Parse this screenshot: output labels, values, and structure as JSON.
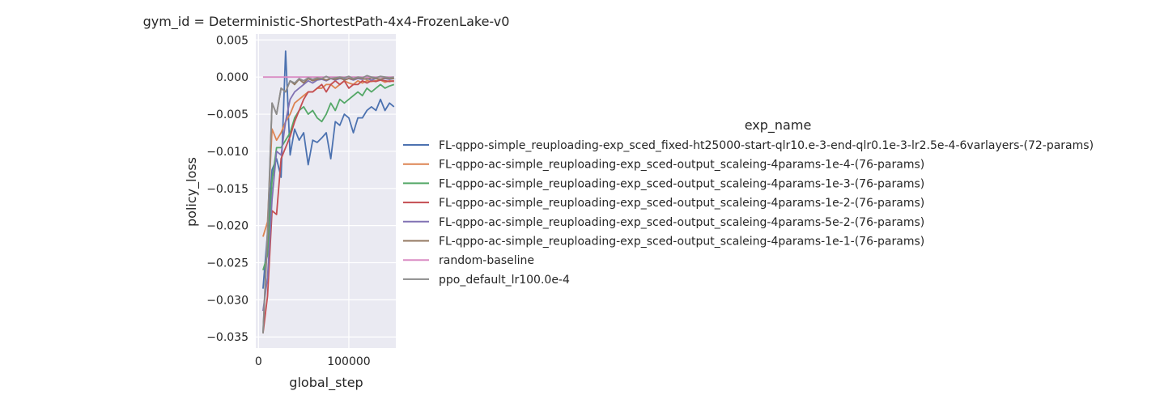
{
  "chart_data": {
    "type": "line",
    "title": "gym_id = Deterministic-ShortestPath-4x4-FrozenLake-v0",
    "xlabel": "global_step",
    "ylabel": "policy_loss",
    "xlim": [
      -3000,
      152000
    ],
    "ylim": [
      -0.0365,
      0.0058
    ],
    "xticks": [
      0,
      100000
    ],
    "xtick_labels": [
      "0",
      "100000"
    ],
    "yticks": [
      -0.035,
      -0.03,
      -0.025,
      -0.02,
      -0.015,
      -0.01,
      -0.005,
      0.0,
      0.005
    ],
    "ytick_labels": [
      "−0.035",
      "−0.030",
      "−0.025",
      "−0.020",
      "−0.015",
      "−0.010",
      "−0.005",
      "0.000",
      "0.005"
    ],
    "grid": true,
    "legend_title": "exp_name",
    "legend_position": "right",
    "series": [
      {
        "name": "FL-qppo-simple_reuploading-exp_sced_fixed-ht25000-start-qlr10.e-3-end-qlr0.1e-3-lr2.5e-4-6varlayers-(72-params)",
        "color": "#4c72b0",
        "x": [
          5000,
          10000,
          15000,
          20000,
          25000,
          30000,
          35000,
          40000,
          45000,
          50000,
          55000,
          60000,
          65000,
          70000,
          75000,
          80000,
          85000,
          90000,
          95000,
          100000,
          105000,
          110000,
          115000,
          120000,
          125000,
          130000,
          135000,
          140000,
          145000,
          150000
        ],
        "y": [
          -0.0285,
          -0.021,
          -0.0125,
          -0.011,
          -0.0135,
          0.0035,
          -0.0105,
          -0.007,
          -0.0085,
          -0.0075,
          -0.0118,
          -0.0085,
          -0.0088,
          -0.0082,
          -0.0075,
          -0.011,
          -0.006,
          -0.0065,
          -0.005,
          -0.0055,
          -0.0075,
          -0.0055,
          -0.0055,
          -0.0045,
          -0.004,
          -0.0045,
          -0.003,
          -0.0045,
          -0.0035,
          -0.004
        ]
      },
      {
        "name": "FL-qppo-ac-simple_reuploading-exp_sced-output_scaleing-4params-1e-4-(76-params)",
        "color": "#dd8452",
        "x": [
          5000,
          10000,
          15000,
          20000,
          25000,
          30000,
          35000,
          40000,
          45000,
          50000,
          55000,
          60000,
          65000,
          70000,
          75000,
          80000,
          85000,
          90000,
          95000,
          100000,
          105000,
          110000,
          115000,
          120000,
          125000,
          130000,
          135000,
          140000,
          145000,
          150000
        ],
        "y": [
          -0.0215,
          -0.0195,
          -0.007,
          -0.0085,
          -0.0075,
          -0.006,
          -0.005,
          -0.0035,
          -0.003,
          -0.0025,
          -0.002,
          -0.002,
          -0.0015,
          -0.0015,
          -0.001,
          -0.001,
          -0.0015,
          -0.001,
          -0.0005,
          -0.0008,
          -0.001,
          -0.0005,
          -0.0008,
          -0.0005,
          -0.0006,
          -0.0005,
          -0.0004,
          -0.0007,
          -0.0005,
          -0.0006
        ]
      },
      {
        "name": "FL-qppo-ac-simple_reuploading-exp_sced-output_scaleing-4params-1e-3-(76-params)",
        "color": "#55a868",
        "x": [
          5000,
          10000,
          15000,
          20000,
          25000,
          30000,
          35000,
          40000,
          45000,
          50000,
          55000,
          60000,
          65000,
          70000,
          75000,
          80000,
          85000,
          90000,
          95000,
          100000,
          105000,
          110000,
          115000,
          120000,
          125000,
          130000,
          135000,
          140000,
          145000,
          150000
        ],
        "y": [
          -0.026,
          -0.024,
          -0.014,
          -0.0095,
          -0.0095,
          -0.0085,
          -0.0075,
          -0.0055,
          -0.0045,
          -0.004,
          -0.005,
          -0.0045,
          -0.0055,
          -0.006,
          -0.005,
          -0.0035,
          -0.0045,
          -0.003,
          -0.0035,
          -0.003,
          -0.0025,
          -0.002,
          -0.0025,
          -0.0015,
          -0.002,
          -0.0015,
          -0.001,
          -0.0015,
          -0.0012,
          -0.001
        ]
      },
      {
        "name": "FL-qppo-ac-simple_reuploading-exp_sced-output_scaleing-4params-1e-2-(76-params)",
        "color": "#c44e52",
        "x": [
          5000,
          10000,
          15000,
          20000,
          25000,
          30000,
          35000,
          40000,
          45000,
          50000,
          55000,
          60000,
          65000,
          70000,
          75000,
          80000,
          85000,
          90000,
          95000,
          100000,
          105000,
          110000,
          115000,
          120000,
          125000,
          130000,
          135000,
          140000,
          145000,
          150000
        ],
        "y": [
          -0.0345,
          -0.0295,
          -0.018,
          -0.0185,
          -0.011,
          -0.0095,
          -0.008,
          -0.006,
          -0.0045,
          -0.003,
          -0.002,
          -0.002,
          -0.0015,
          -0.001,
          -0.002,
          -0.001,
          -0.0005,
          -0.001,
          -0.0005,
          -0.0015,
          -0.001,
          -0.001,
          -0.0005,
          -0.0008,
          -0.0005,
          -0.0006,
          -0.0004,
          -0.0005,
          -0.0006,
          -0.0005
        ]
      },
      {
        "name": "FL-qppo-ac-simple_reuploading-exp_sced-output_scaleing-4params-5e-2-(76-params)",
        "color": "#8172b3",
        "x": [
          5000,
          10000,
          15000,
          20000,
          25000,
          30000,
          35000,
          40000,
          45000,
          50000,
          55000,
          60000,
          65000,
          70000,
          75000,
          80000,
          85000,
          90000,
          95000,
          100000,
          105000,
          110000,
          115000,
          120000,
          125000,
          130000,
          135000,
          140000,
          145000,
          150000
        ],
        "y": [
          -0.0315,
          -0.027,
          -0.0165,
          -0.01,
          -0.0105,
          -0.006,
          -0.003,
          -0.002,
          -0.0015,
          -0.001,
          -0.0005,
          -0.0008,
          -0.0004,
          -0.0003,
          -0.0005,
          -0.0002,
          -0.0004,
          -0.0002,
          -0.0003,
          -0.0002,
          -0.0004,
          -0.0002,
          -0.0003,
          -0.0002,
          -0.0004,
          -0.0002,
          -0.0003,
          -0.0002,
          -0.0003,
          -0.0002
        ]
      },
      {
        "name": "FL-qppo-ac-simple_reuploading-exp_sced-output_scaleing-4params-1e-1-(76-params)",
        "color": "#937860",
        "x": [
          5000,
          10000,
          15000,
          20000,
          25000,
          30000,
          35000,
          40000,
          45000,
          50000,
          55000,
          60000,
          65000,
          70000,
          75000,
          80000,
          85000,
          90000,
          95000,
          100000,
          105000,
          110000,
          115000,
          120000,
          125000,
          130000,
          135000,
          140000,
          145000,
          150000
        ],
        "y": [
          -0.0345,
          -0.0215,
          -0.0035,
          -0.005,
          -0.0015,
          -0.002,
          -0.0005,
          -0.001,
          -0.0003,
          -0.0008,
          -0.0002,
          -0.0005,
          -0.0003,
          -0.0002,
          -0.0004,
          -0.0002,
          -0.0003,
          -0.0001,
          -0.0004,
          -0.0002,
          -0.0003,
          -0.0001,
          -0.0002,
          -0.0003,
          -0.0001,
          -0.0002,
          -0.0003,
          -0.0001,
          -0.0002,
          -0.0002
        ]
      },
      {
        "name": "random-baseline",
        "color": "#da8bc3",
        "x": [
          5000,
          150000
        ],
        "y": [
          0.0,
          0.0
        ]
      },
      {
        "name": "ppo_default_lr100.0e-4",
        "color": "#8c8c8c",
        "x": [
          5000,
          10000,
          15000,
          20000,
          25000,
          30000,
          35000,
          40000,
          45000,
          50000,
          55000,
          60000,
          65000,
          70000,
          75000,
          80000,
          85000,
          90000,
          95000,
          100000,
          105000,
          110000,
          115000,
          120000,
          125000,
          130000,
          135000,
          140000,
          145000,
          150000
        ],
        "y": [
          -0.0345,
          -0.0205,
          -0.0035,
          -0.005,
          -0.0015,
          -0.002,
          -0.0005,
          -0.0008,
          -0.0002,
          -0.0005,
          -0.0001,
          -0.0003,
          -0.0001,
          -0.0002,
          0.0001,
          -0.0002,
          -0.0001,
          0.0,
          -0.0001,
          0.0001,
          -0.0002,
          0.0,
          -0.0001,
          0.0002,
          0.0,
          -0.0001,
          0.0001,
          0.0,
          -0.0001,
          0.0
        ]
      }
    ]
  }
}
